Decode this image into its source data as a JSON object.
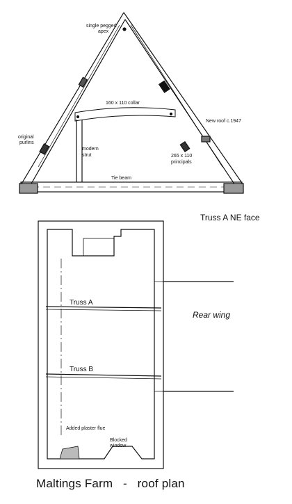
{
  "truss_elevation": {
    "labels": {
      "apex": [
        "single pegged",
        "apex"
      ],
      "collar": "160 x 110 collar",
      "new_roof": "New roof c.1947",
      "purlins": [
        "original",
        "purlins"
      ],
      "strut": [
        "modern",
        "strut"
      ],
      "principals": [
        "265 x 110",
        "principals"
      ],
      "tie_beam": "Tie beam"
    },
    "caption": "Truss  A  NE face"
  },
  "roof_plan": {
    "truss_a": "Truss  A",
    "truss_b": "Truss  B",
    "rear_wing": "Rear  wing",
    "flue": "Added plaster flue",
    "window": [
      "Blocked",
      "window"
    ]
  },
  "title": "Maltings Farm   -   roof plan"
}
